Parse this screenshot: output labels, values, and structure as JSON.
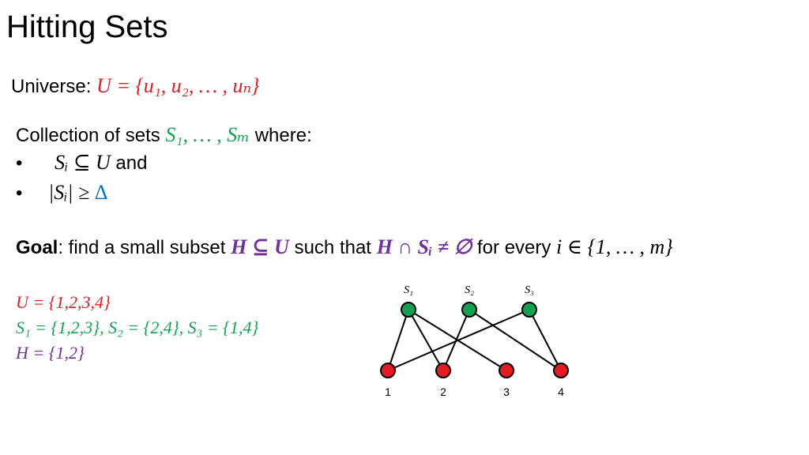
{
  "title": "Hitting Sets",
  "universe": {
    "label": "Universe: ",
    "expr": "U = {u₁, u₂, … , uₙ}"
  },
  "collection": {
    "prefix": "Collection of sets ",
    "sets": "S₁, … , Sₘ",
    "suffix": " where:",
    "bullet1_expr": "Sᵢ ⊆ U",
    "bullet1_tail": " and",
    "bullet2_lhs": "|Sᵢ| ≥ ",
    "bullet2_delta": "Δ"
  },
  "goal": {
    "label": "Goal",
    "text1": ": find a small subset ",
    "expr1": "H ⊆ U",
    "text2": " such that ",
    "expr2": "H ∩ Sᵢ ≠ ∅",
    "text3": " for every ",
    "expr3": "i ∈ {1, … , m}"
  },
  "example": {
    "universe": "U = {1,2,3,4}",
    "sets": "S₁ = {1,2,3}, S₂ = {2,4}, S₃ = {1,4}",
    "hitting_set": "H = {1,2}"
  },
  "graph": {
    "top_labels": [
      "S₁",
      "S₂",
      "S₃"
    ],
    "bottom_labels": [
      "1",
      "2",
      "3",
      "4"
    ],
    "set_color": "#13a050",
    "element_color": "#e31b23",
    "edges": [
      [
        0,
        0
      ],
      [
        0,
        1
      ],
      [
        0,
        2
      ],
      [
        1,
        1
      ],
      [
        1,
        3
      ],
      [
        2,
        0
      ],
      [
        2,
        3
      ]
    ]
  }
}
